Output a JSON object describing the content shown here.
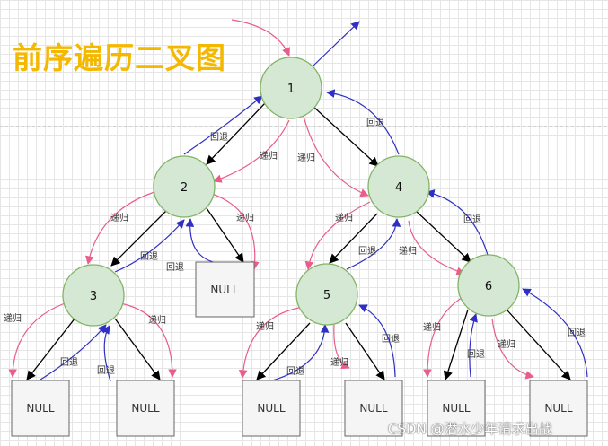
{
  "title": "前序遍历二叉图",
  "nodes": [
    {
      "id": "n1",
      "label": "1"
    },
    {
      "id": "n2",
      "label": "2"
    },
    {
      "id": "n3",
      "label": "3"
    },
    {
      "id": "n4",
      "label": "4"
    },
    {
      "id": "n5",
      "label": "5"
    },
    {
      "id": "n6",
      "label": "6"
    }
  ],
  "null_label": "NULL",
  "recursion_label": "递归",
  "backtrack_label": "回退",
  "watermark": "CSDN @潜水少年请求出战",
  "colors": {
    "node_fill": "#d5e8d4",
    "node_stroke": "#82b366",
    "null_fill": "#f5f5f5",
    "null_stroke": "#666666",
    "recursion_arrow": "#e85d8a",
    "backtrack_arrow": "#2f2fc4",
    "edge": "#000000",
    "title": "#f5b800"
  }
}
